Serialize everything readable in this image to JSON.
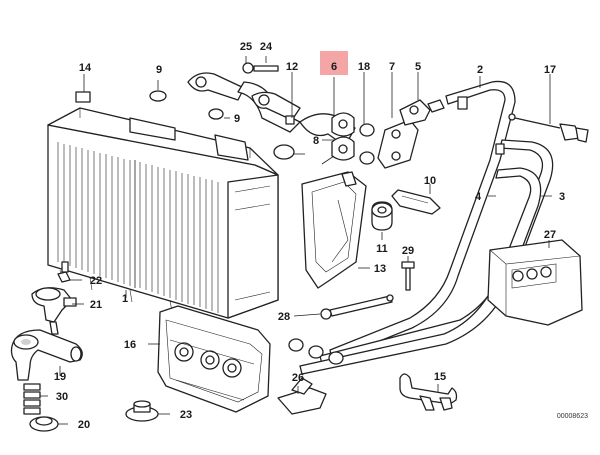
{
  "diagram": {
    "highlight_color": "#f4a6a6",
    "highlighted_part": "6",
    "reference_code": "00008623",
    "labels": [
      {
        "id": "1",
        "text": "1"
      },
      {
        "id": "2",
        "text": "2"
      },
      {
        "id": "3",
        "text": "3"
      },
      {
        "id": "4",
        "text": "4"
      },
      {
        "id": "5",
        "text": "5"
      },
      {
        "id": "6",
        "text": "6"
      },
      {
        "id": "7",
        "text": "7"
      },
      {
        "id": "8",
        "text": "8"
      },
      {
        "id": "9a",
        "text": "9"
      },
      {
        "id": "9b",
        "text": "9"
      },
      {
        "id": "10",
        "text": "10"
      },
      {
        "id": "11",
        "text": "11"
      },
      {
        "id": "12",
        "text": "12"
      },
      {
        "id": "13",
        "text": "13"
      },
      {
        "id": "14",
        "text": "14"
      },
      {
        "id": "15",
        "text": "15"
      },
      {
        "id": "16",
        "text": "16"
      },
      {
        "id": "17",
        "text": "17"
      },
      {
        "id": "18",
        "text": "18"
      },
      {
        "id": "19",
        "text": "19"
      },
      {
        "id": "20",
        "text": "20"
      },
      {
        "id": "21",
        "text": "21"
      },
      {
        "id": "22",
        "text": "22"
      },
      {
        "id": "23",
        "text": "23"
      },
      {
        "id": "24",
        "text": "24"
      },
      {
        "id": "25",
        "text": "25"
      },
      {
        "id": "26",
        "text": "26"
      },
      {
        "id": "27",
        "text": "27"
      },
      {
        "id": "28",
        "text": "28"
      },
      {
        "id": "29",
        "text": "29"
      },
      {
        "id": "30",
        "text": "30"
      }
    ]
  }
}
